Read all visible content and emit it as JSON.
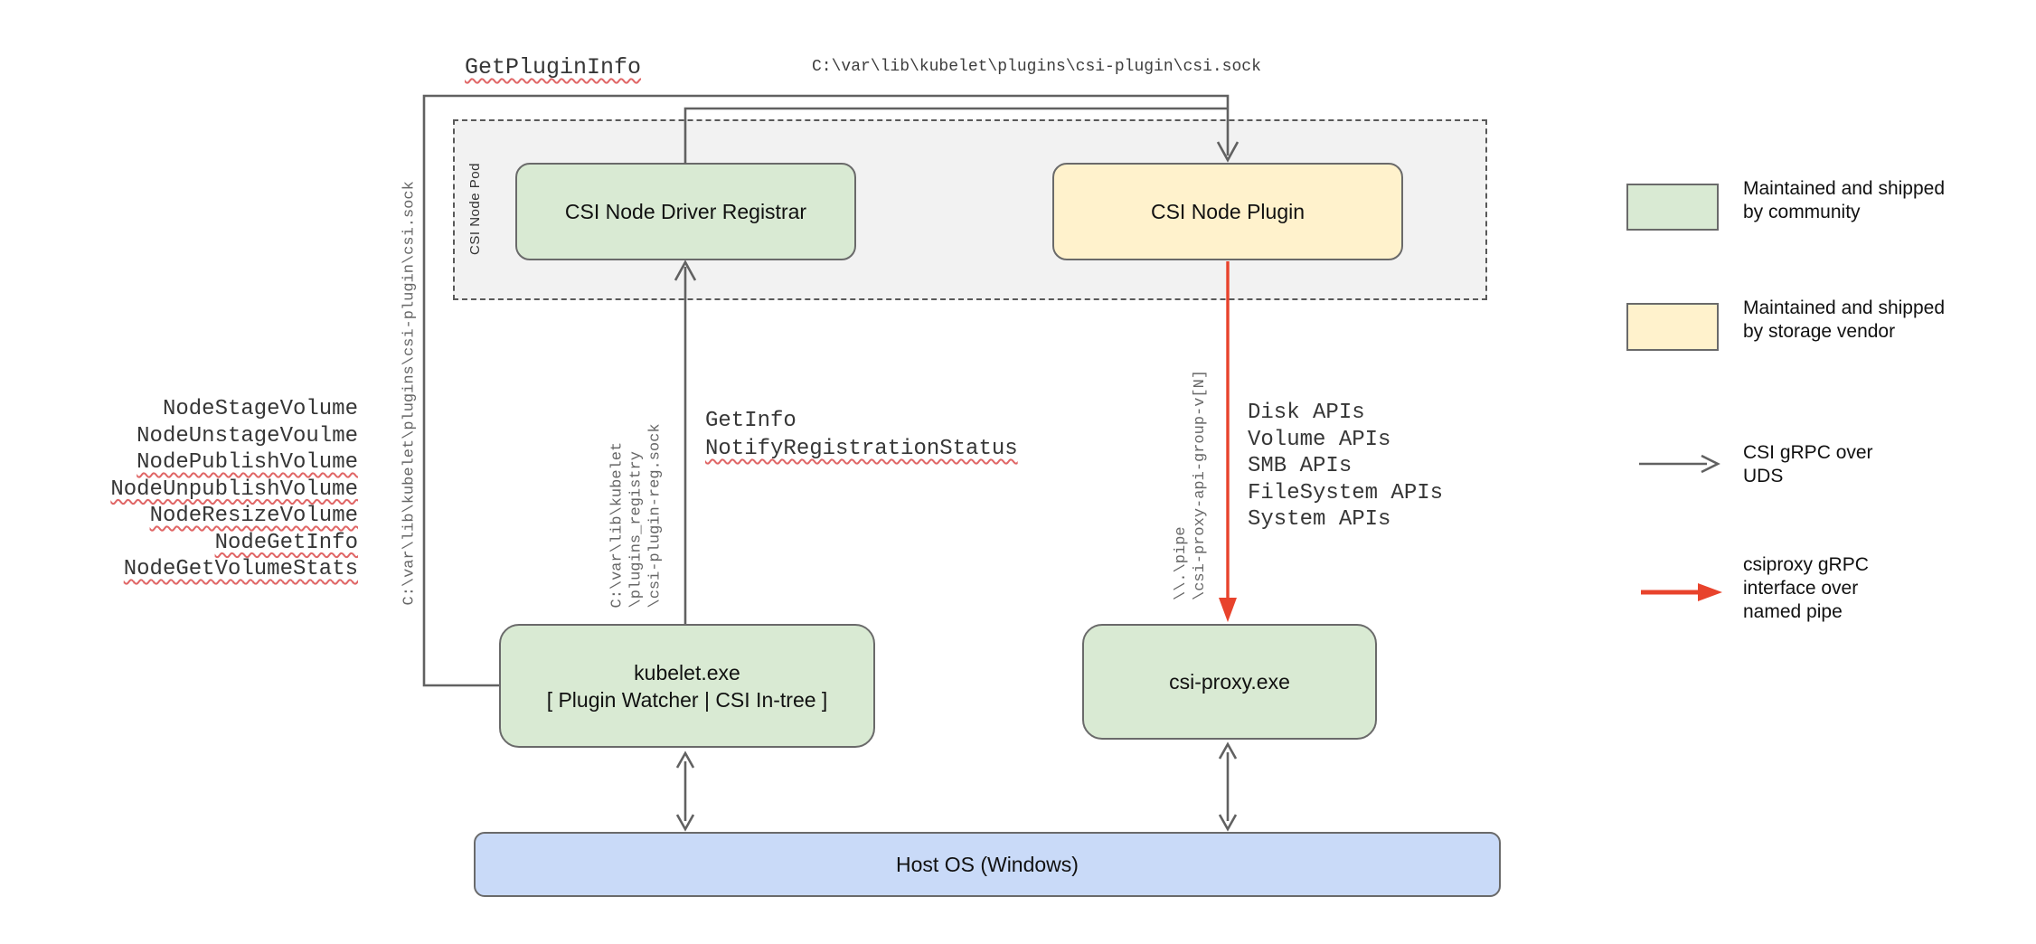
{
  "colors": {
    "green": "#d9ead3",
    "yellow": "#fff2cc",
    "blue": "#c9daf8",
    "pod-bg": "#f2f2f2",
    "border-gray": "#6a6a6a",
    "dash-gray": "#595959",
    "arrow-gray": "#616161",
    "arrow-red": "#e8432c",
    "wavy-red": "#e06666",
    "mono-dark": "#363636",
    "path-gray": "#666666"
  },
  "diagram": {
    "pod_label": "CSI Node Pod",
    "boxes": {
      "registrar": {
        "label": "CSI Node Driver Registrar"
      },
      "plugin": {
        "label": "CSI Node Plugin"
      },
      "kubelet": {
        "line1": "kubelet.exe",
        "line2": "[ Plugin Watcher | CSI In-tree ]"
      },
      "csi_proxy": {
        "label": "csi-proxy.exe"
      },
      "host_os": {
        "label": "Host OS (Windows)"
      }
    },
    "edge_labels": {
      "get_plugin_info": "GetPluginInfo",
      "csi_sock_path_top": "C:\\var\\lib\\kubelet\\plugins\\csi-plugin\\csi.sock",
      "csi_sock_path_vertical": "C:\\var\\lib\\kubelet\\plugins\\csi-plugin\\csi.sock",
      "reg_sock_lines": [
        "C:\\var\\lib\\kubelet",
        "\\plugins_registry",
        "\\csi-plugin-reg.sock"
      ],
      "get_info": "GetInfo",
      "notify_registration_status": "NotifyRegistrationStatus",
      "pipe_lines": [
        "\\\\.\\pipe",
        "\\csi-proxy-api-group-v[N]"
      ],
      "node_calls": [
        "NodeStageVolume",
        "NodeUnstageVoulme",
        "NodePublishVolume",
        "NodeUnpublishVolume",
        "NodeResizeVolume",
        "NodeGetInfo",
        "NodeGetVolumeStats"
      ],
      "proxy_apis": [
        "Disk APIs",
        "Volume APIs",
        "SMB APIs",
        "FileSystem APIs",
        "System APIs"
      ]
    }
  },
  "legend": {
    "items": [
      {
        "swatch": "green",
        "text_line1": "Maintained and shipped",
        "text_line2": "by community"
      },
      {
        "swatch": "yellow",
        "text_line1": "Maintained and shipped",
        "text_line2": "by storage vendor"
      },
      {
        "arrow": "gray",
        "text_line1": "CSI gRPC over",
        "text_line2": "UDS"
      },
      {
        "arrow": "red",
        "text_line1": "csiproxy gRPC",
        "text_line2": "interface over",
        "text_line3": "named pipe"
      }
    ]
  }
}
